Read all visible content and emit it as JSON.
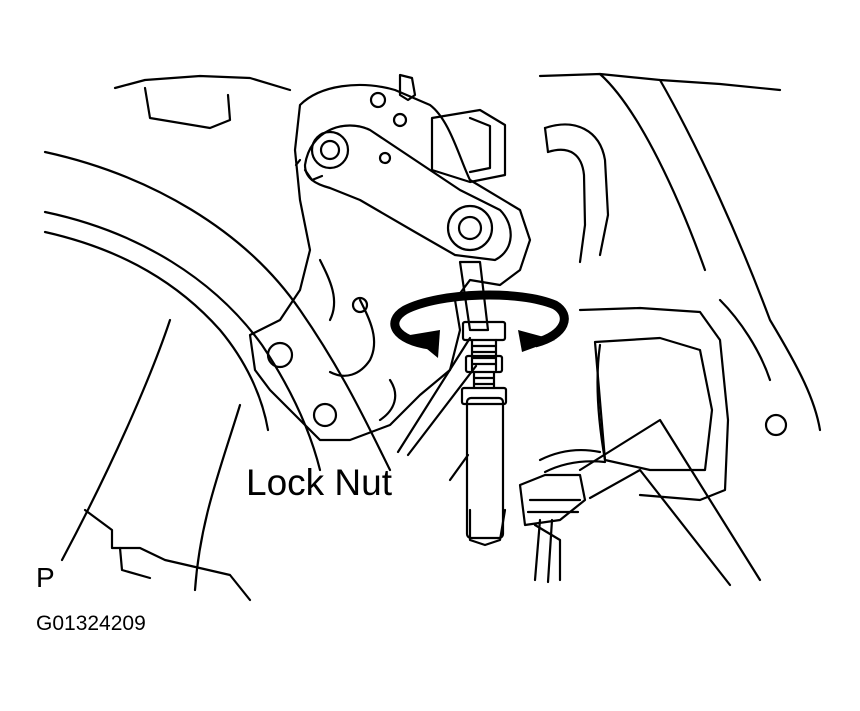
{
  "diagram": {
    "callout_label": "Lock Nut",
    "view_letter": "P",
    "figure_code": "G01324209",
    "line_color": "#000000",
    "background_color": "#ffffff",
    "icons": [
      "rotation-arrow-icon"
    ]
  }
}
